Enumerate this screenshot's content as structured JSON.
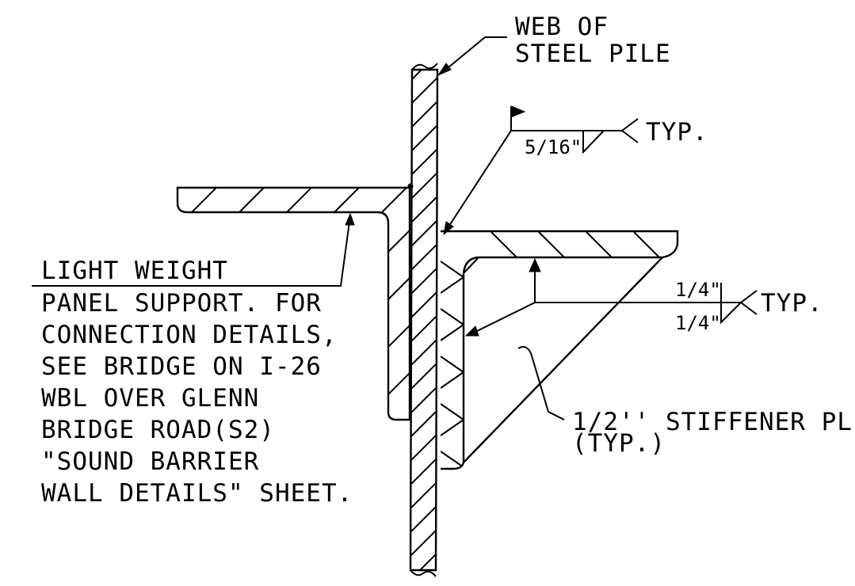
{
  "labels": {
    "web_line1": "WEB OF",
    "web_line2": "STEEL PILE",
    "weld_upper_size": "5/16\"",
    "weld_upper_typ": "TYP.",
    "weld_lower_size_top": "1/4\"",
    "weld_lower_size_bottom": "1/4\"",
    "weld_lower_typ": "TYP.",
    "panel_lines": [
      "LIGHT WEIGHT",
      "PANEL SUPPORT. FOR",
      "CONNECTION DETAILS,",
      "SEE BRIDGE ON I-26",
      "WBL OVER GLENN",
      "BRIDGE ROAD(S2)",
      "\"SOUND BARRIER",
      "WALL DETAILS\" SHEET."
    ],
    "stiffener_line1": "1/2'' STIFFENER PL",
    "stiffener_line2": "(TYP.)"
  }
}
